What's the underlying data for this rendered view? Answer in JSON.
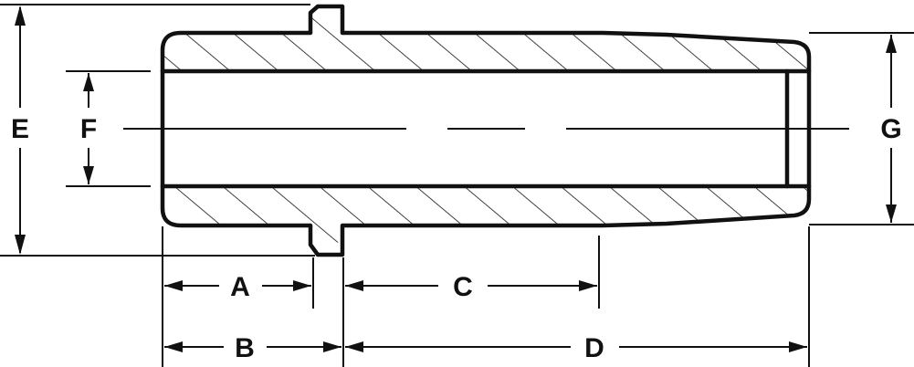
{
  "diagram": {
    "title": "",
    "colors": {
      "line": "#111111",
      "background": "#ffffff"
    },
    "dimensions": {
      "A": "A",
      "B": "B",
      "C": "C",
      "D": "D",
      "E": "E",
      "F": "F",
      "G": "G"
    }
  }
}
